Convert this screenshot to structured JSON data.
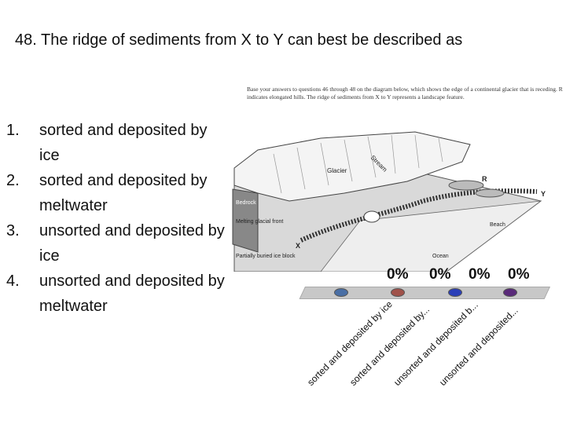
{
  "question": "48. The ridge of sediments from X to Y can best be described as",
  "choices": [
    {
      "num": "1.",
      "text": "sorted and deposited by ice"
    },
    {
      "num": "2.",
      "text": "sorted and deposited by meltwater"
    },
    {
      "num": "3.",
      "text": "unsorted and deposited by ice"
    },
    {
      "num": "4.",
      "text": "unsorted and deposited by meltwater"
    }
  ],
  "diagram": {
    "caption": "Base your answers to questions 46 through 48 on the diagram below, which shows the edge of a continental glacier that is receding. R indicates elongated hills. The ridge of sediments from X to Y represents a landscape feature.",
    "labels": {
      "glacier": "Glacier",
      "stream": "Stream",
      "bedrock": "Bedrock",
      "melting_front": "Melting glacial front",
      "x": "X",
      "y": "Y",
      "r": "R",
      "beach": "Beach",
      "ocean": "Ocean",
      "ice_block": "Partially buried ice block"
    }
  },
  "poll": {
    "results": [
      "0%",
      "0%",
      "0%",
      "0%"
    ],
    "labels": [
      "sorted and deposited by ice",
      "sorted and deposited by...",
      "unsorted and deposited b...",
      "unsorted and deposited..."
    ],
    "colors": [
      "#4a6fa5",
      "#a0524a",
      "#2b3fb8",
      "#5a2a7a"
    ]
  }
}
